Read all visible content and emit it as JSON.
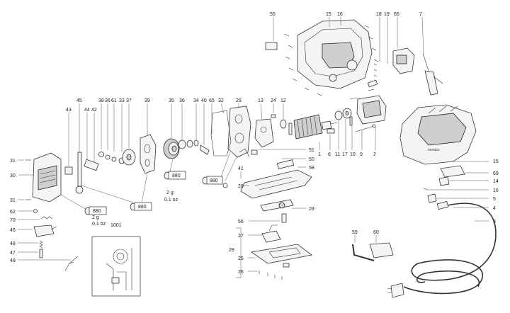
{
  "labels": {
    "p55": "55",
    "p15_top": "15",
    "p16_top": "16",
    "p18": "18",
    "p19": "19",
    "p66": "66",
    "p7": "7",
    "p45": "45",
    "p38": "38",
    "p36_left": "36",
    "p61": "61",
    "p33": "33",
    "p37": "37",
    "p39": "39",
    "p35": "35",
    "p36": "36",
    "p34": "34",
    "p40": "40",
    "p65": "65",
    "p32": "32",
    "p29": "29",
    "p13": "13",
    "p24": "24",
    "p12": "12",
    "p43": "43",
    "p44": "44",
    "p42": "42",
    "p51": "51",
    "p50": "50",
    "p58": "58",
    "p41": "41",
    "p28_a": "28",
    "p1": "1",
    "p6": "6",
    "p11": "11",
    "p17": "17",
    "p10": "10",
    "p9": "9",
    "p2": "2",
    "p15_right": "15",
    "p69": "69",
    "p14": "14",
    "p16_right": "16",
    "p5": "5",
    "p4": "4",
    "p3": "3",
    "p31_a": "31",
    "p30": "30",
    "p31_b": "31",
    "p62": "62",
    "p70": "70",
    "p46": "46",
    "p48": "48",
    "p47": "47",
    "p49": "49",
    "p880_a": "880",
    "p880_b": "880",
    "p880_c": "880",
    "g2_a": "2 g",
    "oz_a": "0.1 oz",
    "g2_b": "2 g",
    "oz_b": "0.1 oz",
    "p1001": "1001",
    "p28_b": "28",
    "p56": "56",
    "p27": "27",
    "p28_c": "28",
    "p25": "25",
    "p26": "26",
    "p59": "59",
    "p60": "60"
  }
}
